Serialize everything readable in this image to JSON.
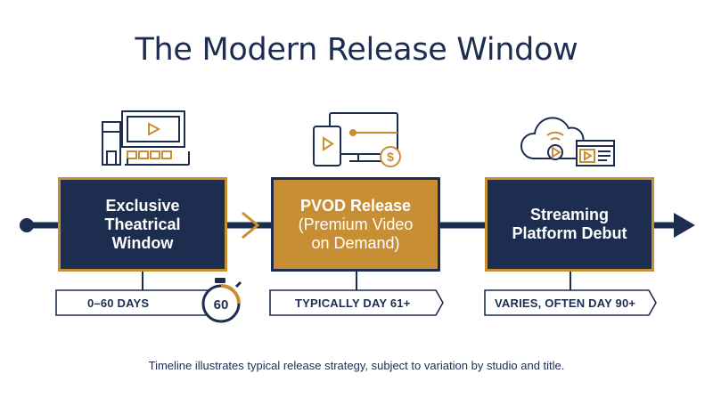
{
  "title": "The Modern Release Window",
  "stages": [
    {
      "label_lines": [
        "Exclusive",
        "Theatrical",
        "Window"
      ],
      "tag": "0–60 DAYS",
      "icon": "theater-icon"
    },
    {
      "label_lines": [
        "PVOD Release",
        "(Premium Video",
        "on Demand)"
      ],
      "tag": "TYPICALLY DAY 61+",
      "icon": "devices-icon"
    },
    {
      "label_lines": [
        "Streaming",
        "Platform Debut"
      ],
      "tag": "VARIES, OFTEN DAY 90+",
      "icon": "cloud-streaming-icon"
    }
  ],
  "stopwatch": {
    "value": "60",
    "icon": "stopwatch-icon"
  },
  "footnote": "Timeline illustrates typical release strategy, subject to variation by studio and title.",
  "colors": {
    "navy": "#1d2d50",
    "gold": "#c88e33",
    "white": "#ffffff"
  }
}
